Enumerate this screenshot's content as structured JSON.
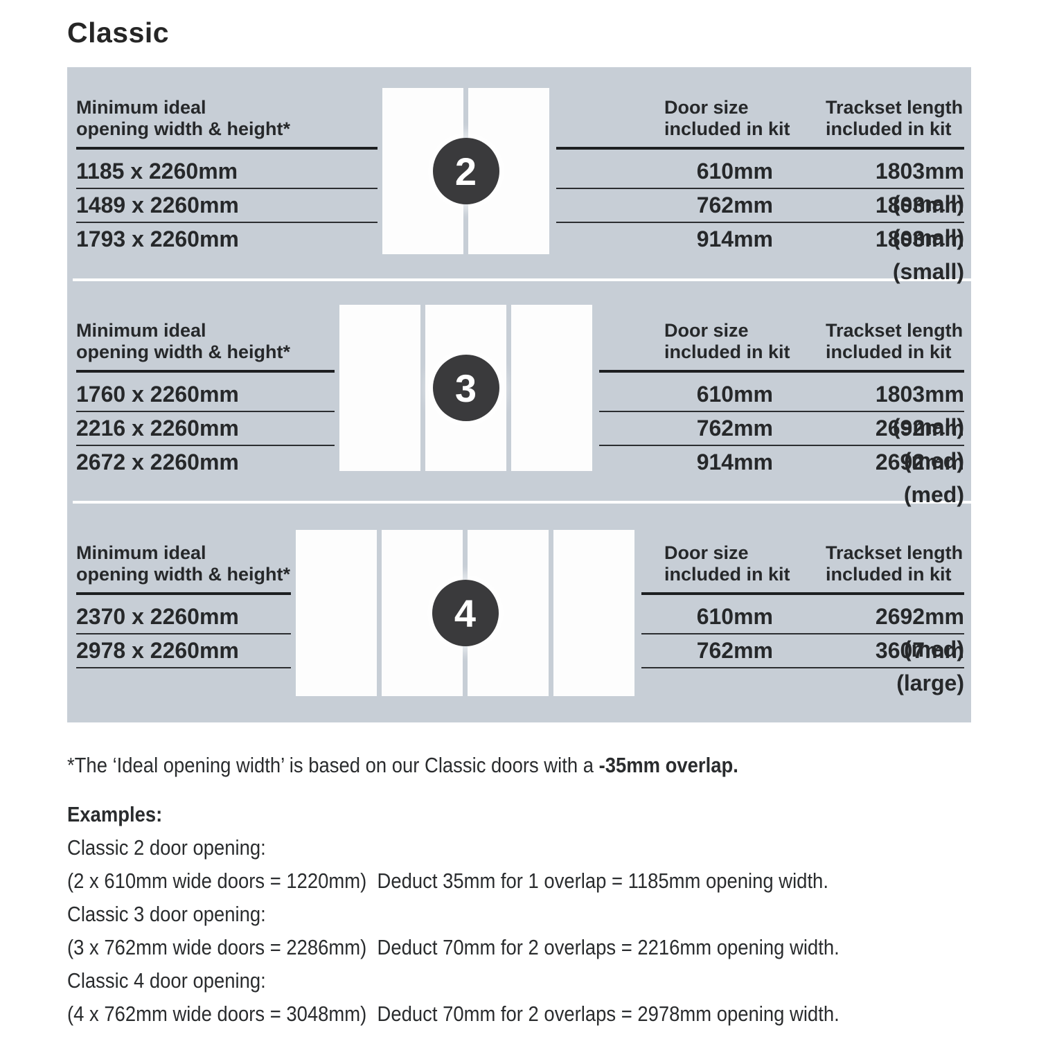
{
  "title": "Classic",
  "colors": {
    "panel_background": "#c7ced6",
    "badge_background": "#3a3a3c",
    "door_fill": "#fdfdfd",
    "text": "#26282a"
  },
  "panel": {
    "sections": [
      {
        "door_count": "2",
        "left_header_line1": "Minimum ideal",
        "left_header_line2": "opening width & height*",
        "right_header_col1_line1": "Door size",
        "right_header_col1_line2": "included in kit",
        "right_header_col2_line1": "Trackset length",
        "right_header_col2_line2": "included in kit",
        "opening_sizes": [
          "1185 x 2260mm",
          "1489 x 2260mm",
          "1793 x 2260mm"
        ],
        "rows": [
          {
            "door_size": "610mm",
            "trackset": "1803mm (small)"
          },
          {
            "door_size": "762mm",
            "trackset": "1803mm (small)"
          },
          {
            "door_size": "914mm",
            "trackset": "1803mm (small)"
          }
        ]
      },
      {
        "door_count": "3",
        "left_header_line1": "Minimum ideal",
        "left_header_line2": "opening width & height*",
        "right_header_col1_line1": "Door size",
        "right_header_col1_line2": "included in kit",
        "right_header_col2_line1": "Trackset length",
        "right_header_col2_line2": "included in kit",
        "opening_sizes": [
          "1760 x 2260mm",
          "2216 x 2260mm",
          "2672 x 2260mm"
        ],
        "rows": [
          {
            "door_size": "610mm",
            "trackset": "1803mm (small)"
          },
          {
            "door_size": "762mm",
            "trackset": "2692mm (med)"
          },
          {
            "door_size": "914mm",
            "trackset": "2692mm (med)"
          }
        ]
      },
      {
        "door_count": "4",
        "left_header_line1": "Minimum ideal",
        "left_header_line2": "opening width & height*",
        "right_header_col1_line1": "Door size",
        "right_header_col1_line2": "included in kit",
        "right_header_col2_line1": "Trackset length",
        "right_header_col2_line2": "included in kit",
        "opening_sizes": [
          "2370 x 2260mm",
          "2978 x 2260mm"
        ],
        "rows": [
          {
            "door_size": "610mm",
            "trackset": "2692mm (med)"
          },
          {
            "door_size": "762mm",
            "trackset": "3607mm (large)"
          }
        ]
      }
    ]
  },
  "footnote": {
    "text": "*The ‘Ideal opening width’ is based on our Classic doors with a ",
    "bold": "-35mm overlap."
  },
  "examples": {
    "heading": "Examples:",
    "lines": [
      "Classic 2 door opening:",
      "(2 x 610mm wide doors = 1220mm)  Deduct 35mm for 1 overlap = 1185mm opening width.",
      "Classic 3 door opening:",
      "(3 x 762mm wide doors = 2286mm)  Deduct 70mm for 2 overlaps = 2216mm opening width.",
      "Classic 4 door opening:",
      "(4 x 762mm wide doors = 3048mm)  Deduct 70mm for 2 overlaps = 2978mm opening width."
    ]
  }
}
